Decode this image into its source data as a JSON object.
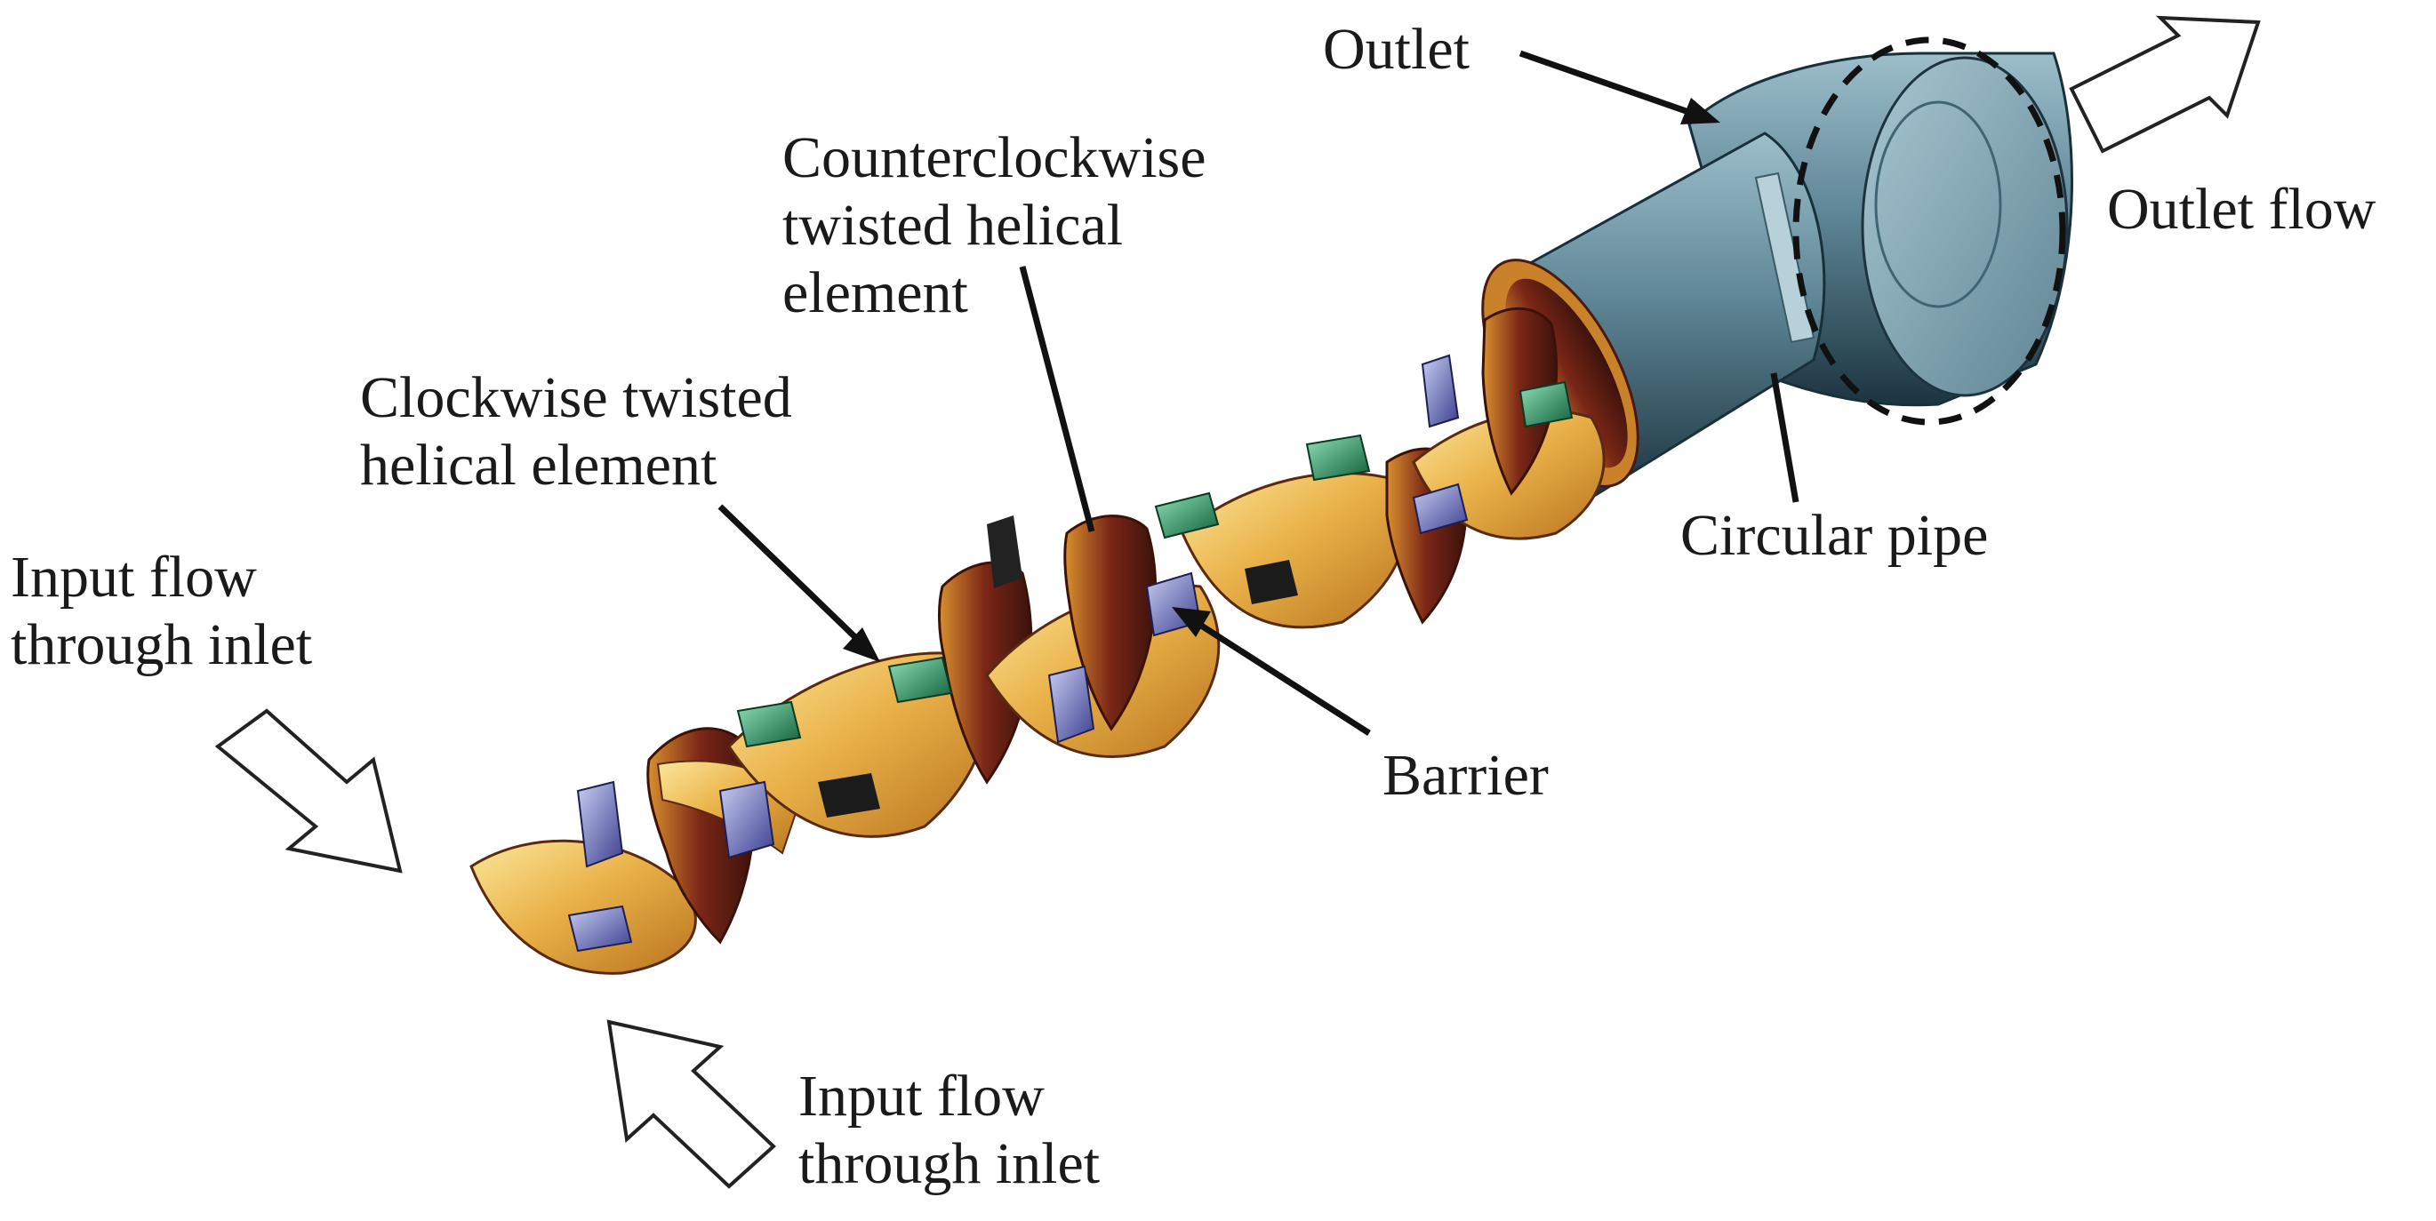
{
  "labels": {
    "outlet": "Outlet",
    "outlet_flow": "Outlet flow",
    "ccw_line1": "Counterclockwise",
    "ccw_line2": "twisted helical",
    "ccw_line3": "element",
    "cw_line1": "Clockwise twisted",
    "cw_line2": "helical element",
    "input_left_line1": "Input flow",
    "input_left_line2": "through inlet",
    "input_bottom_line1": "Input flow",
    "input_bottom_line2": "through inlet",
    "barrier": "Barrier",
    "circular_pipe": "Circular pipe"
  },
  "colors": {
    "helix_gold": "#e8a93a",
    "helix_light": "#f6df86",
    "helix_dark": "#5a1a12",
    "barrier_blue": "#6e74c0",
    "barrier_green": "#1f8a5c",
    "pipe_steel": "#4e7383",
    "pipe_light": "#8fb2c1"
  }
}
